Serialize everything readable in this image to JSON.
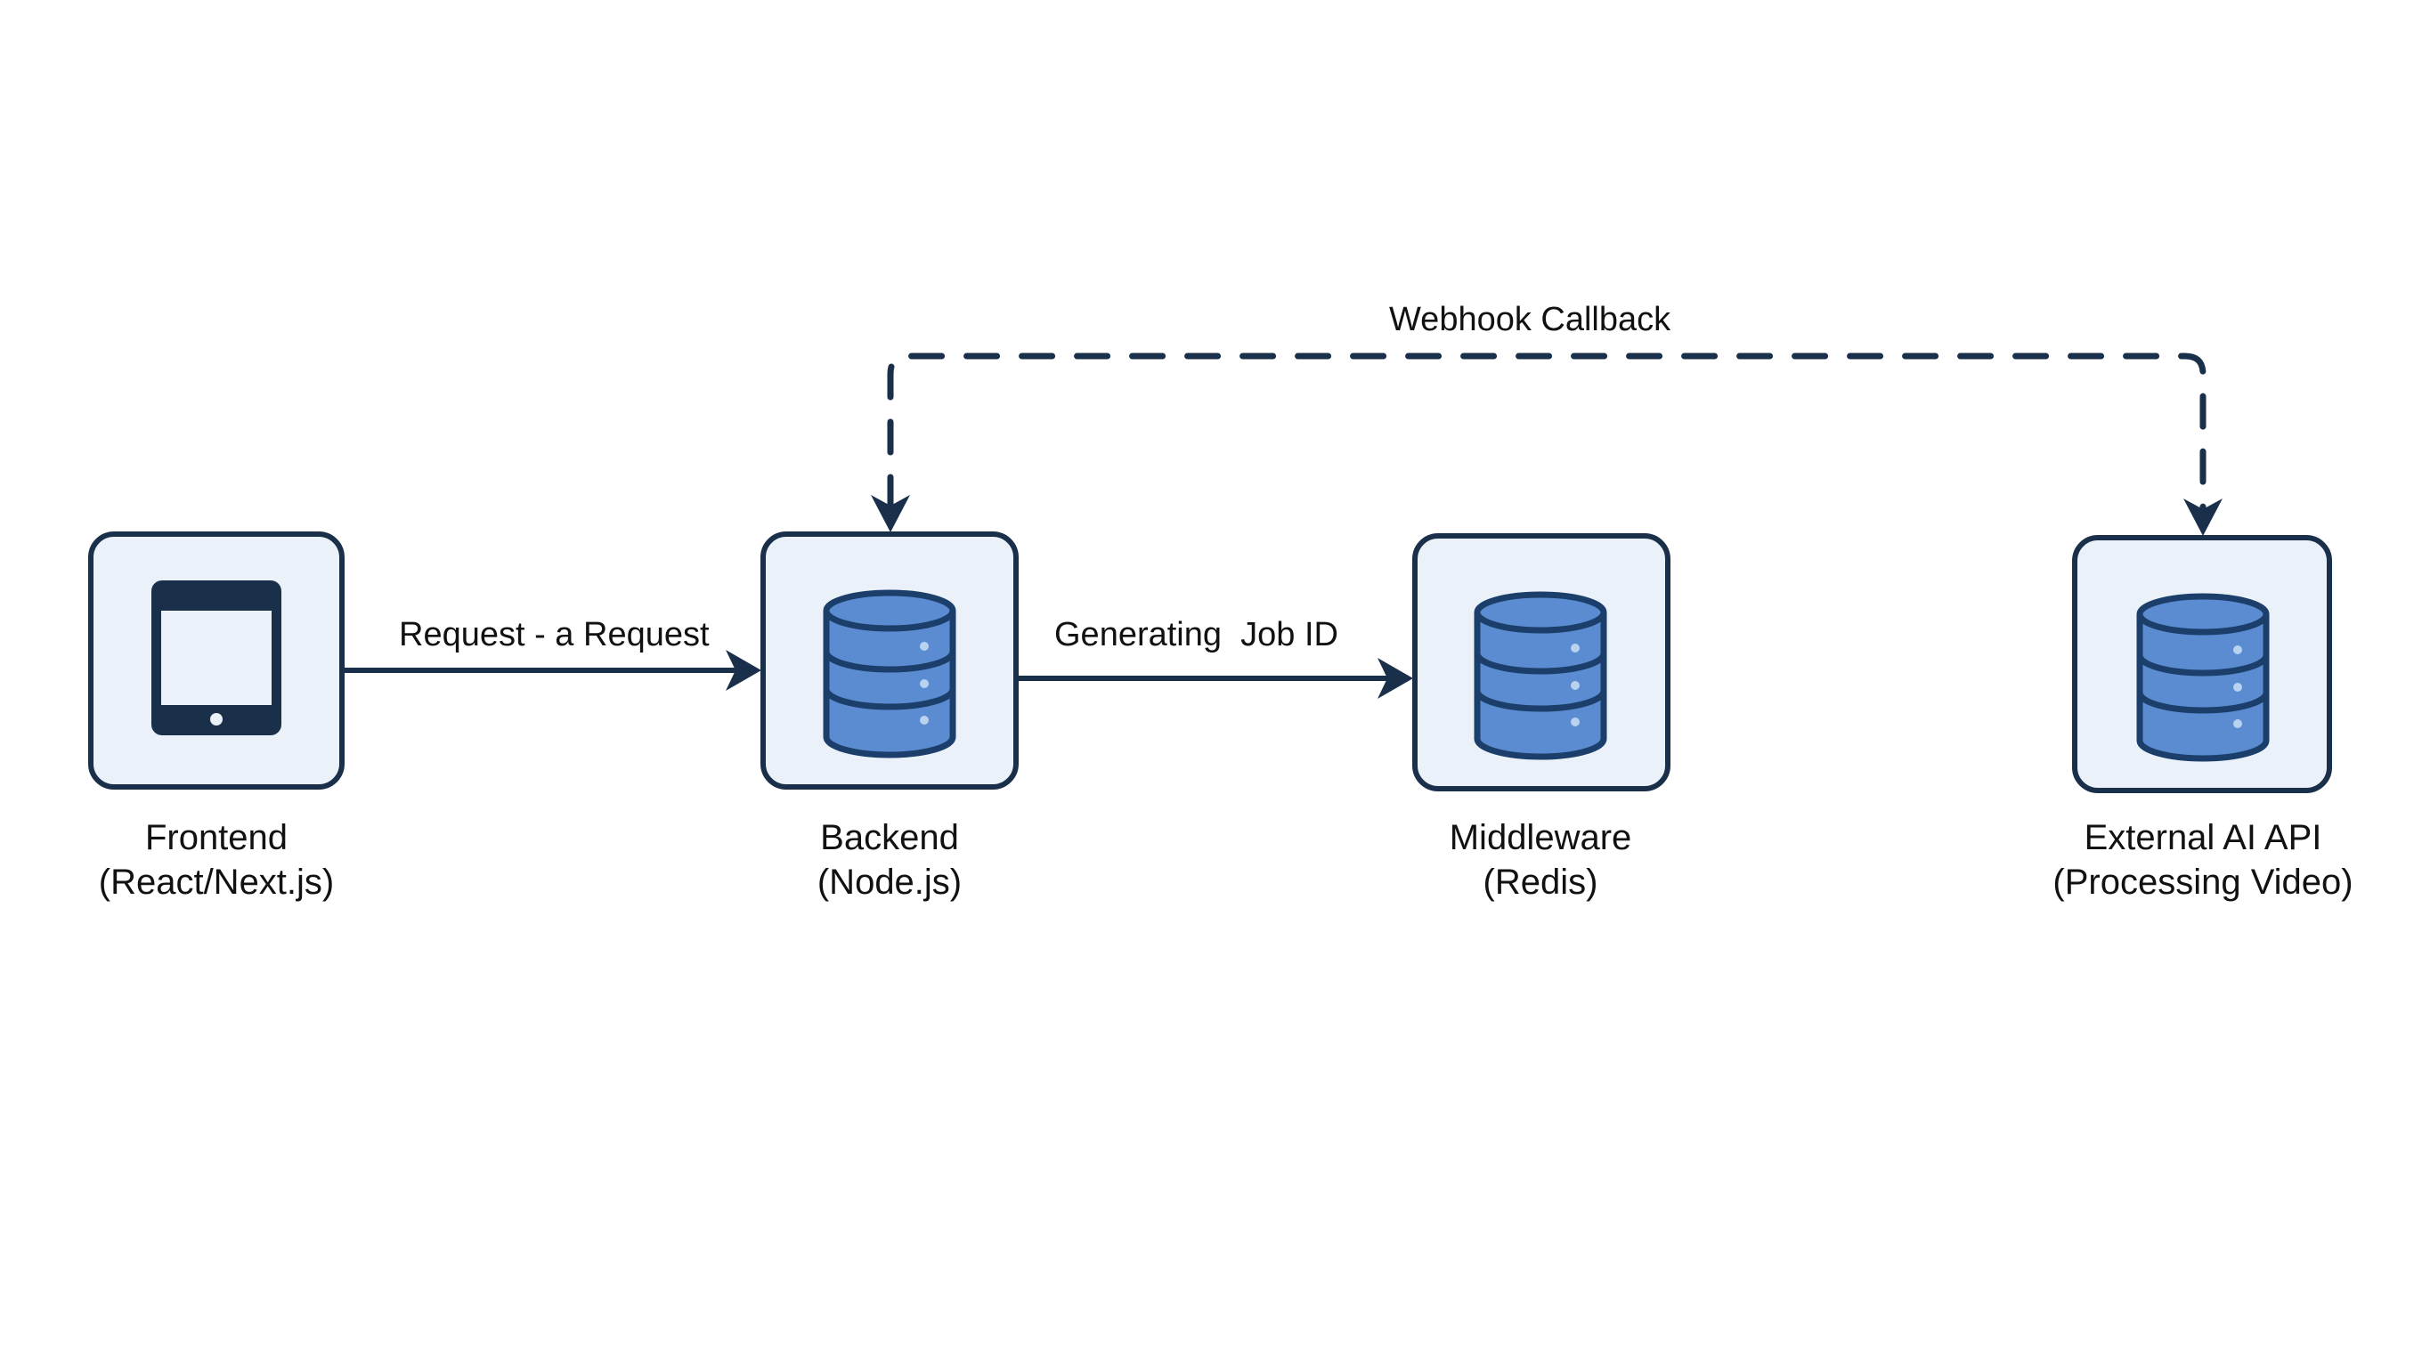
{
  "diagram": {
    "colors": {
      "stroke": "#1a2f4a",
      "node_fill": "#eaf1f9",
      "db_fill": "#5b8bd0",
      "db_stroke": "#1b3f6a",
      "db_dot": "#b8d2f0"
    },
    "nodes": [
      {
        "id": "frontend",
        "icon": "tablet-icon",
        "title": "Frontend",
        "subtitle": "(React/Next.js)"
      },
      {
        "id": "backend",
        "icon": "database-icon",
        "title": "Backend",
        "subtitle": "(Node.js)"
      },
      {
        "id": "middleware",
        "icon": "database-icon",
        "title": "Middleware",
        "subtitle": "(Redis)"
      },
      {
        "id": "external",
        "icon": "database-icon",
        "title": "External AI API",
        "subtitle": "(Processing Video)"
      }
    ],
    "edges": [
      {
        "from": "frontend",
        "to": "backend",
        "label": "Request - a Request",
        "style": "solid"
      },
      {
        "from": "backend",
        "to": "middleware",
        "label": "Generating  Job ID",
        "style": "solid"
      },
      {
        "from": "external",
        "to": "backend",
        "label": "Webhook Callback",
        "style": "dashed",
        "bidirectional": true
      }
    ]
  }
}
